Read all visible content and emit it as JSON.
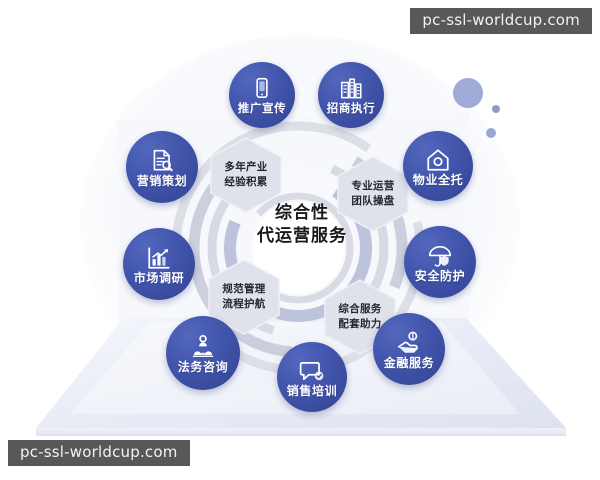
{
  "watermarks": {
    "top": "pc-ssl-worldcup.com",
    "bottom": "pc-ssl-worldcup.com"
  },
  "center": {
    "line1": "综合性",
    "line2": "代运营服务"
  },
  "hexagons": [
    {
      "name": "years-experience",
      "line1": "多年产业",
      "line2": "经验积累"
    },
    {
      "name": "professional-team",
      "line1": "专业运营",
      "line2": "团队操盘"
    },
    {
      "name": "standard-management",
      "line1": "规范管理",
      "line2": "流程护航"
    },
    {
      "name": "comprehensive-support",
      "line1": "综合服务",
      "line2": "配套助力"
    }
  ],
  "nodes": [
    {
      "name": "promotion",
      "label": "推广宣传",
      "icon": "mobile-phone-icon"
    },
    {
      "name": "investment-execution",
      "label": "招商执行",
      "icon": "office-building-icon"
    },
    {
      "name": "marketing-planning",
      "label": "营销策划",
      "icon": "document-search-icon"
    },
    {
      "name": "property-trust",
      "label": "物业全托",
      "icon": "house-icon"
    },
    {
      "name": "market-research",
      "label": "市场调研",
      "icon": "bar-chart-trend-icon"
    },
    {
      "name": "security-protection",
      "label": "安全防护",
      "icon": "umbrella-shield-icon"
    },
    {
      "name": "legal-consulting",
      "label": "法务咨询",
      "icon": "people-group-icon"
    },
    {
      "name": "sales-training",
      "label": "销售培训",
      "icon": "speech-bubble-icon"
    },
    {
      "name": "financial-services",
      "label": "金融服务",
      "icon": "hand-coin-icon"
    }
  ],
  "colors": {
    "node_blue": "#4356ad",
    "node_blue_dark": "#344494",
    "hex_fill": "#dcdfe8",
    "ring_gray": "#c9ccd6",
    "ring_blue": "#b9c2de",
    "platform": "#dfe3f0",
    "background": "#ffffff",
    "watermark_bg": "#585858",
    "center_text": "#1a1a1a"
  }
}
